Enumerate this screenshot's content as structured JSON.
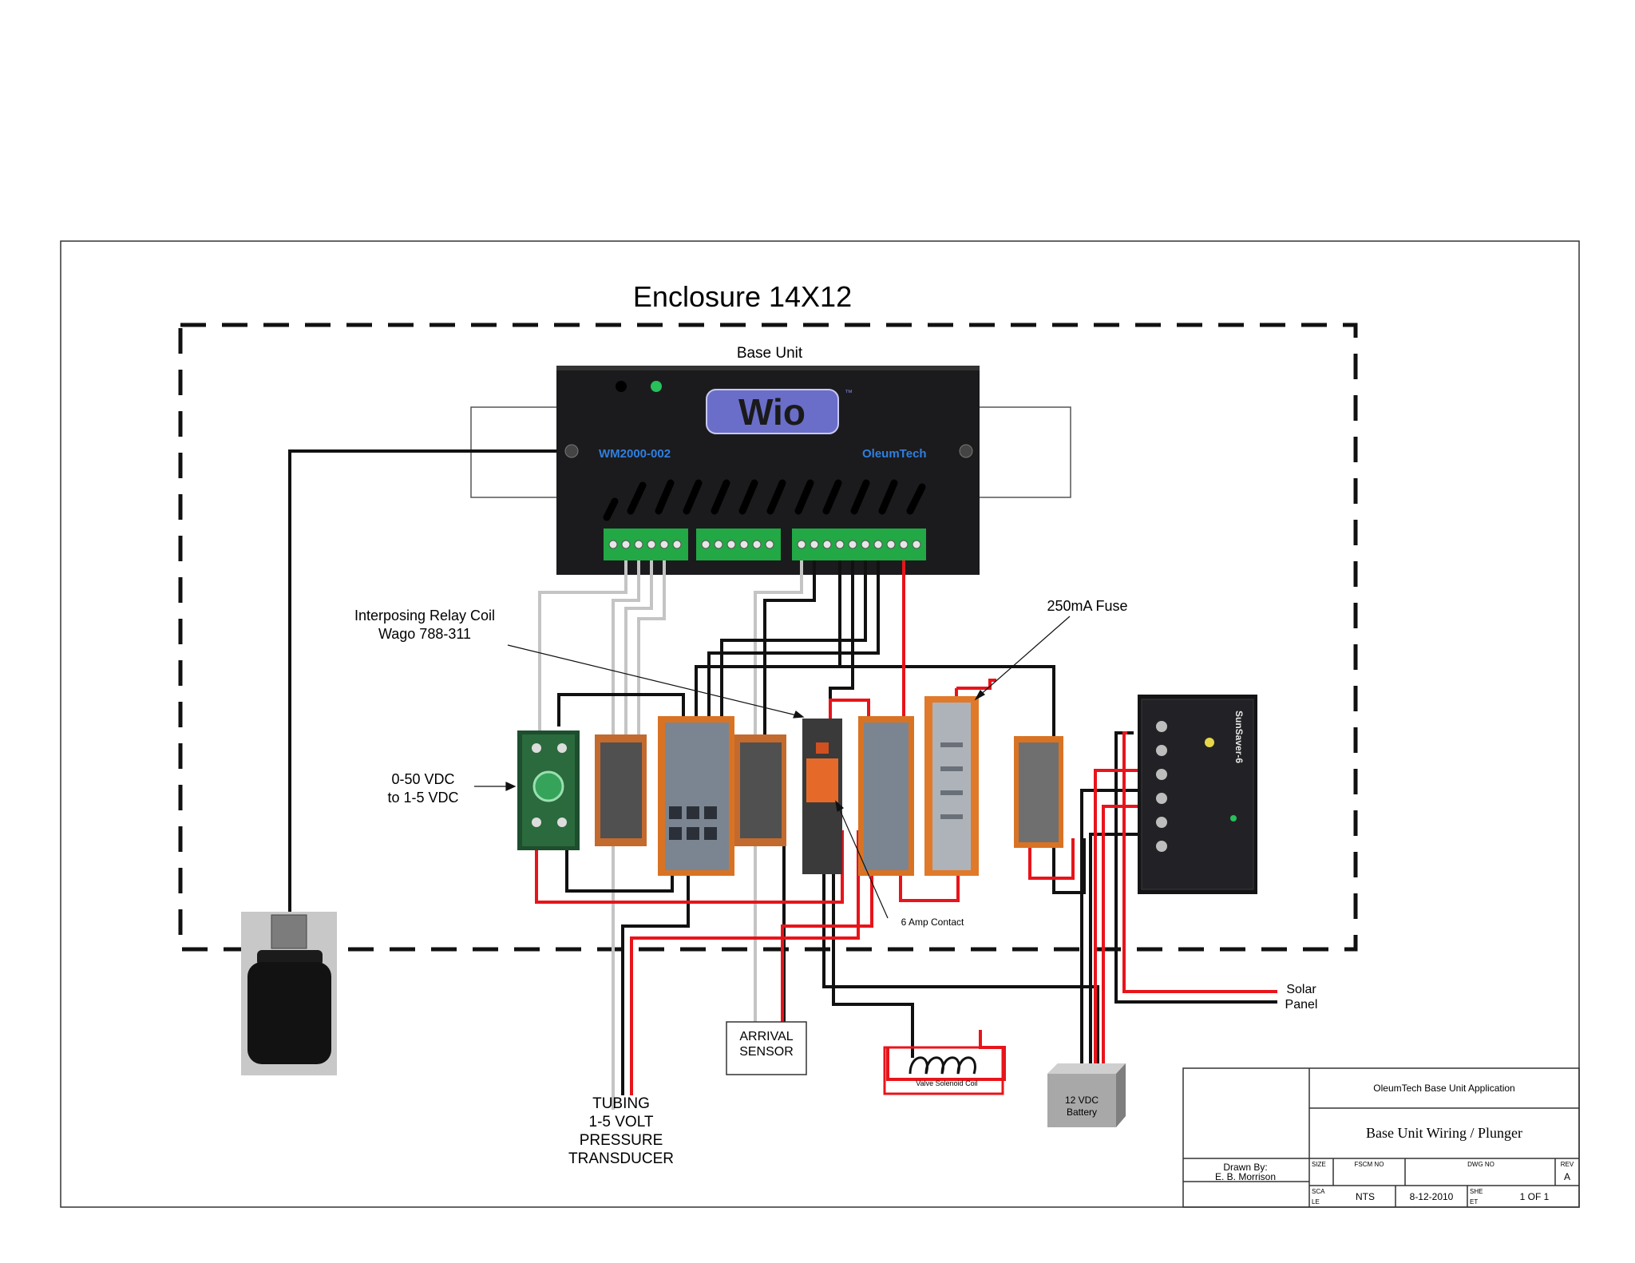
{
  "diagram": {
    "enclosure_title": "Enclosure 14X12",
    "base_unit_label": "Base Unit",
    "base_unit": {
      "brand_logo": "Wio",
      "trademark": "™",
      "model": "WM2000-002",
      "maker": "OleumTech"
    },
    "labels": {
      "relay_coil_line1": "Interposing Relay Coil",
      "relay_coil_line2": "Wago 788-311",
      "fuse": "250mA Fuse",
      "converter_line1": "0-50 VDC",
      "converter_line2": "to 1-5 VDC",
      "contact": "6 Amp Contact",
      "solar_line1": "Solar",
      "solar_line2": "Panel",
      "arrival_line1": "ARRIVAL",
      "arrival_line2": "SENSOR",
      "valve": "Valve Solenoid Coil",
      "battery_line1": "12 VDC",
      "battery_line2": "Battery",
      "transducer_line1": "TUBING",
      "transducer_line2": "1-5 VOLT",
      "transducer_line3": "PRESSURE",
      "transducer_line4": "TRANSDUCER",
      "charger_brand": "SunSaver-6"
    },
    "colors": {
      "power_wire": "#e8141b",
      "signal_wire": "#111111",
      "sensor_wire": "#c4c4c4",
      "terminal_green": "#22a845",
      "terminal_orange": "#e07a2a"
    }
  },
  "title_block": {
    "company": "OleumTech Base Unit Application",
    "title": "Base Unit Wiring / Plunger",
    "drawn_by_label": "Drawn By:",
    "drawn_by": "E. B. Morrison",
    "size_label": "SIZE",
    "fscm_label": "FSCM NO",
    "dwg_label": "DWG NO",
    "rev_label": "REV",
    "rev": "A",
    "scale_label_1": "SCA",
    "scale_label_2": "LE",
    "scale": "NTS",
    "date": "8-12-2010",
    "sheet_label_1": "SHE",
    "sheet_label_2": "ET",
    "sheet": "1 OF 1"
  }
}
